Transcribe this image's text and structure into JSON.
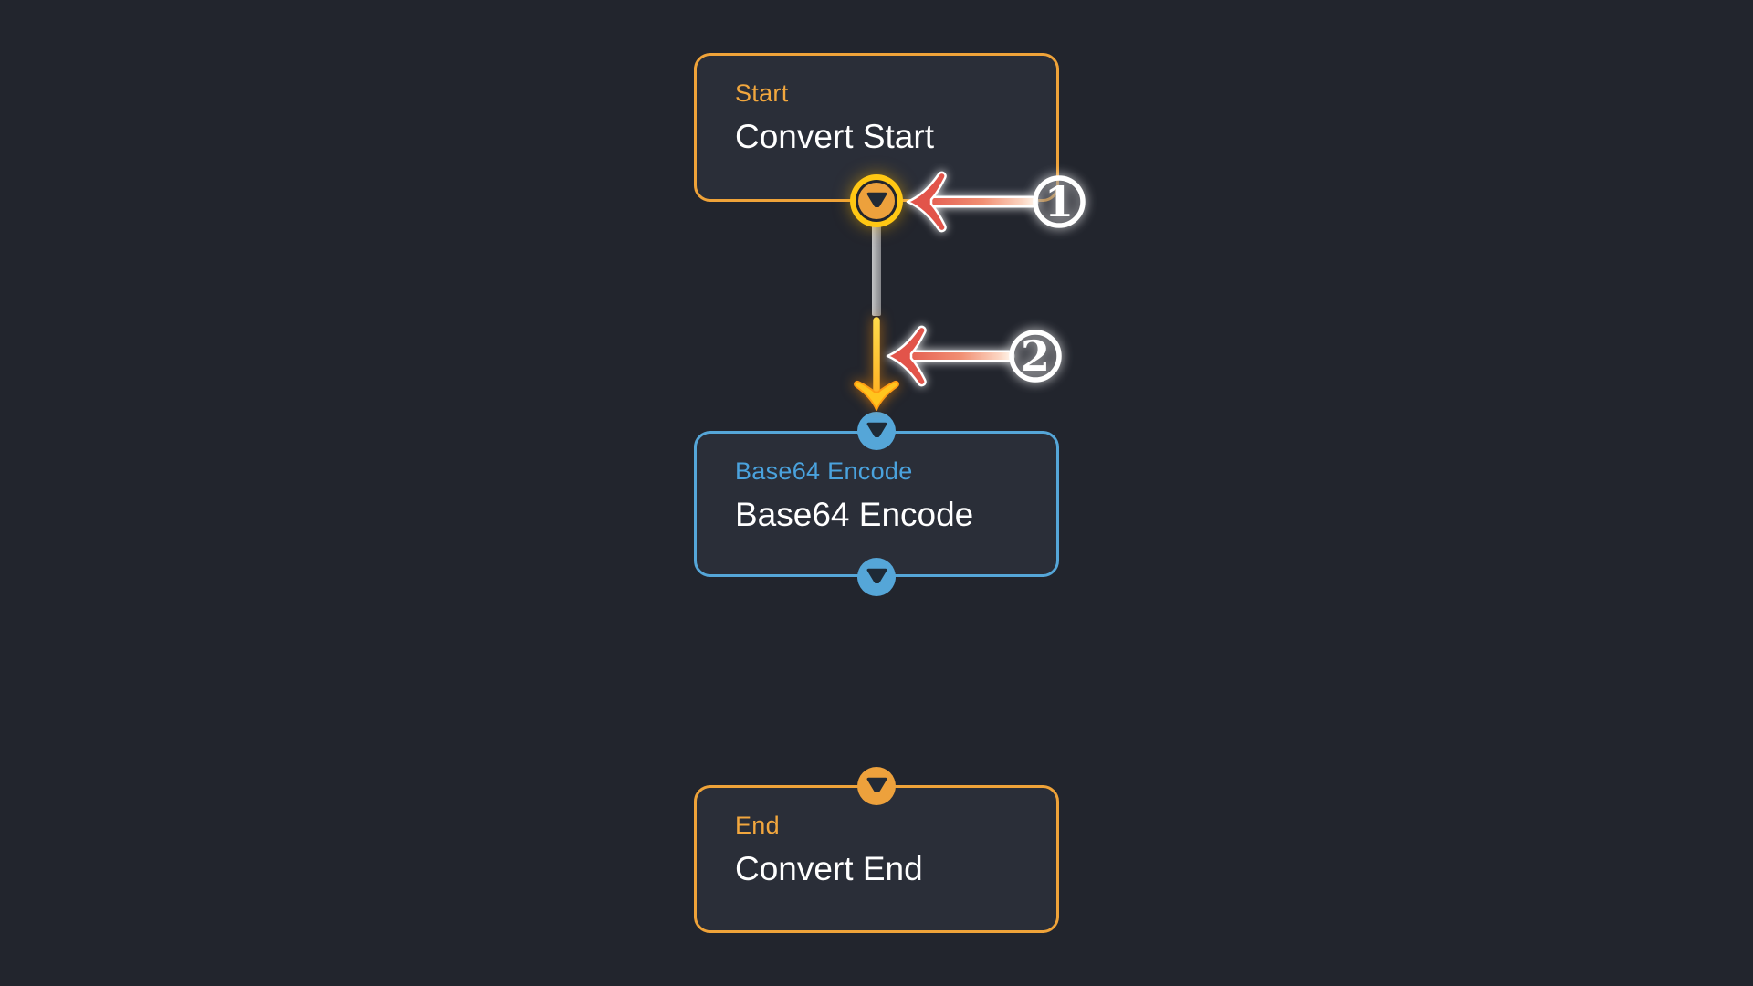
{
  "canvas": {
    "kind": "node-flow-editor",
    "background": "#22252d"
  },
  "colors": {
    "canvas_bg": "#22252d",
    "node_bg": "#2a2e38",
    "orange_border": "#efa339",
    "orange_label": "#f2a73e",
    "blue_border": "#55a6d8",
    "blue_label": "#4aa2dd",
    "title_text": "#ffffff",
    "highlight_ring": "#ffc713",
    "gray_connector": "#9b9c9e",
    "annotation_arrow_red": "#e2544a",
    "annotation_arrow_yellow": "#ffc51e",
    "badge_ring": "#ffffff"
  },
  "icons": {
    "port": "chevron-down-icon"
  },
  "nodes": [
    {
      "id": "start",
      "type_label": "Start",
      "title": "Convert Start",
      "accent": "#efa339"
    },
    {
      "id": "base64-encode",
      "type_label": "Base64 Encode",
      "title": "Base64 Encode",
      "accent": "#55a6d8"
    },
    {
      "id": "end",
      "type_label": "End",
      "title": "Convert End",
      "accent": "#efa339"
    }
  ],
  "annotations": {
    "step_1": {
      "number": "1",
      "target": "start-output-port"
    },
    "step_2": {
      "number": "2",
      "target": "connection-drag-path"
    }
  }
}
